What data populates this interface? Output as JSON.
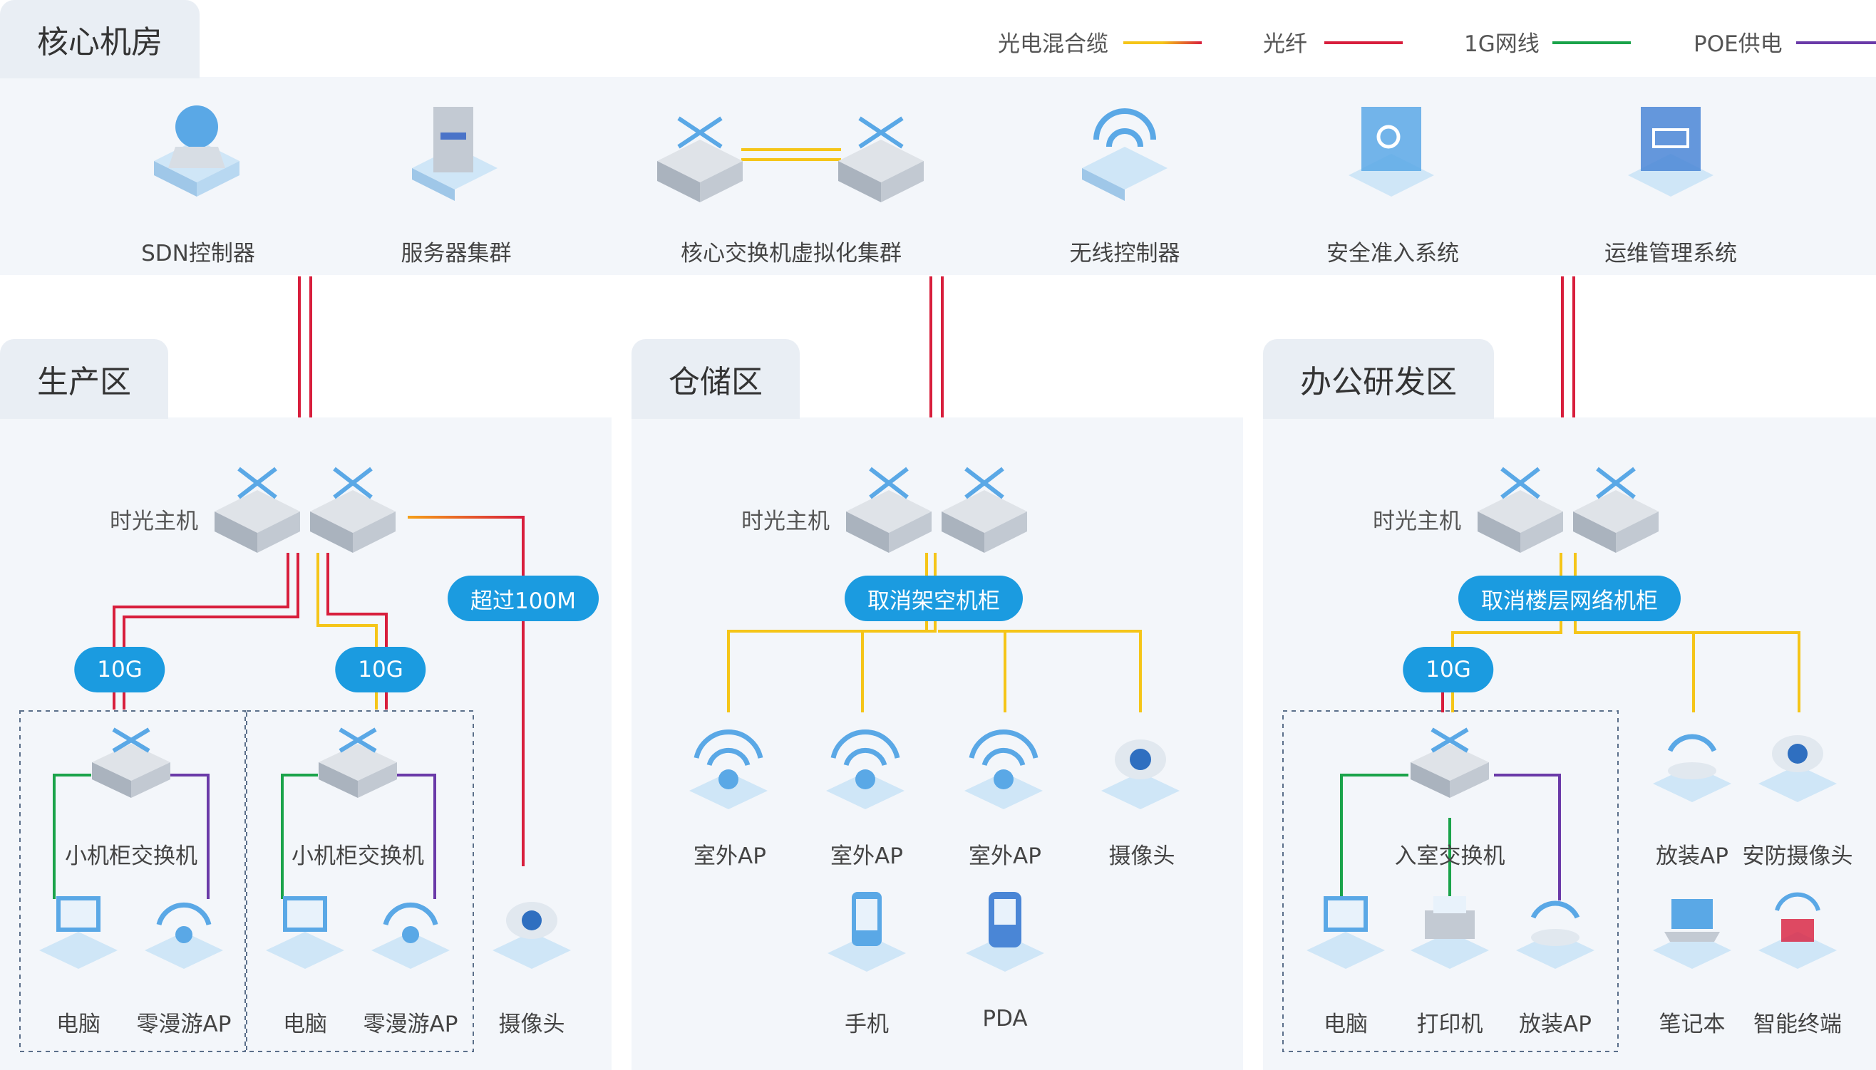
{
  "colors": {
    "hybrid": "#f5c518",
    "fiber": "#d81e3c",
    "lan": "#1aa34a",
    "poe": "#6a3aa8",
    "accent": "#1b9be0"
  },
  "legend": [
    {
      "label": "光电混合缆"
    },
    {
      "label": "光纤"
    },
    {
      "label": "1G网线"
    },
    {
      "label": "POE供电"
    }
  ],
  "core": {
    "title": "核心机房",
    "items": [
      {
        "label": "SDN控制器",
        "icon": "sdn-controller-icon"
      },
      {
        "label": "服务器集群",
        "icon": "server-cluster-icon"
      },
      {
        "label": "核心交换机虚拟化集群",
        "icon": "core-switch-icon"
      },
      {
        "label": "无线控制器",
        "icon": "wireless-controller-icon"
      },
      {
        "label": "安全准入系统",
        "icon": "security-access-icon"
      },
      {
        "label": "运维管理系统",
        "icon": "ops-management-icon"
      }
    ]
  },
  "production": {
    "title": "生产区",
    "host": "时光主机",
    "badges": [
      "10G",
      "10G",
      "超过100M"
    ],
    "switch1": "小机柜交换机",
    "switch2": "小机柜交换机",
    "devices": [
      "电脑",
      "零漫游AP",
      "电脑",
      "零漫游AP",
      "摄像头"
    ]
  },
  "storage": {
    "title": "仓储区",
    "host": "时光主机",
    "badge": "取消架空机柜",
    "row1": [
      "室外AP",
      "室外AP",
      "室外AP",
      "摄像头"
    ],
    "row2": [
      "手机",
      "PDA"
    ]
  },
  "office": {
    "title": "办公研发区",
    "host": "时光主机",
    "badge1": "取消楼层网络机柜",
    "badge2": "10G",
    "switch": "入室交换机",
    "devices": [
      "电脑",
      "打印机",
      "放装AP"
    ],
    "right_row1": [
      "放装AP",
      "安防摄像头"
    ],
    "right_row2": [
      "笔记本",
      "智能终端"
    ]
  }
}
